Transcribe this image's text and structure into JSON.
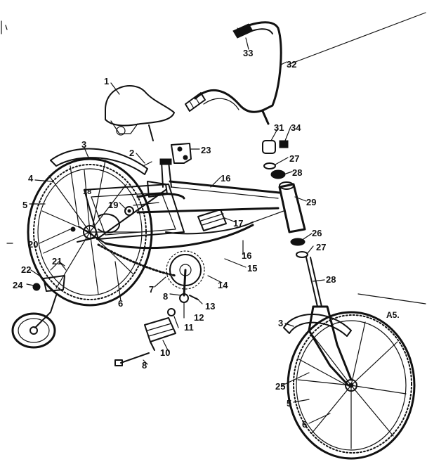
{
  "diagram": {
    "corner_note": "A5.",
    "part_labels": [
      {
        "id": "p1",
        "text": "1"
      },
      {
        "id": "p2",
        "text": "2"
      },
      {
        "id": "p23",
        "text": "23"
      },
      {
        "id": "p3a",
        "text": "3"
      },
      {
        "id": "p4",
        "text": "4"
      },
      {
        "id": "p5a",
        "text": "5"
      },
      {
        "id": "p19",
        "text": "19"
      },
      {
        "id": "p20",
        "text": "20"
      },
      {
        "id": "p21",
        "text": "21"
      },
      {
        "id": "p22",
        "text": "22"
      },
      {
        "id": "p24",
        "text": "24"
      },
      {
        "id": "p6a",
        "text": "6"
      },
      {
        "id": "p7",
        "text": "7"
      },
      {
        "id": "p8a",
        "text": "8"
      },
      {
        "id": "p11",
        "text": "11"
      },
      {
        "id": "p12",
        "text": "12"
      },
      {
        "id": "p13",
        "text": "13"
      },
      {
        "id": "p14",
        "text": "14"
      },
      {
        "id": "p15",
        "text": "15"
      },
      {
        "id": "p16a",
        "text": "16"
      },
      {
        "id": "p16b",
        "text": "16"
      },
      {
        "id": "p17",
        "text": "17"
      },
      {
        "id": "p18",
        "text": "18"
      },
      {
        "id": "p10",
        "text": "10"
      },
      {
        "id": "p8b",
        "text": "8"
      },
      {
        "id": "p33",
        "text": "33"
      },
      {
        "id": "p32",
        "text": "32"
      },
      {
        "id": "p31",
        "text": "31"
      },
      {
        "id": "p34",
        "text": "34"
      },
      {
        "id": "p27a",
        "text": "27"
      },
      {
        "id": "p28a",
        "text": "28"
      },
      {
        "id": "p29",
        "text": "29"
      },
      {
        "id": "p26",
        "text": "26"
      },
      {
        "id": "p27b",
        "text": "27"
      },
      {
        "id": "p28b",
        "text": "28"
      },
      {
        "id": "p3b",
        "text": "3"
      },
      {
        "id": "p25",
        "text": "25"
      },
      {
        "id": "p5b",
        "text": "5"
      },
      {
        "id": "p6b",
        "text": "6"
      }
    ]
  }
}
